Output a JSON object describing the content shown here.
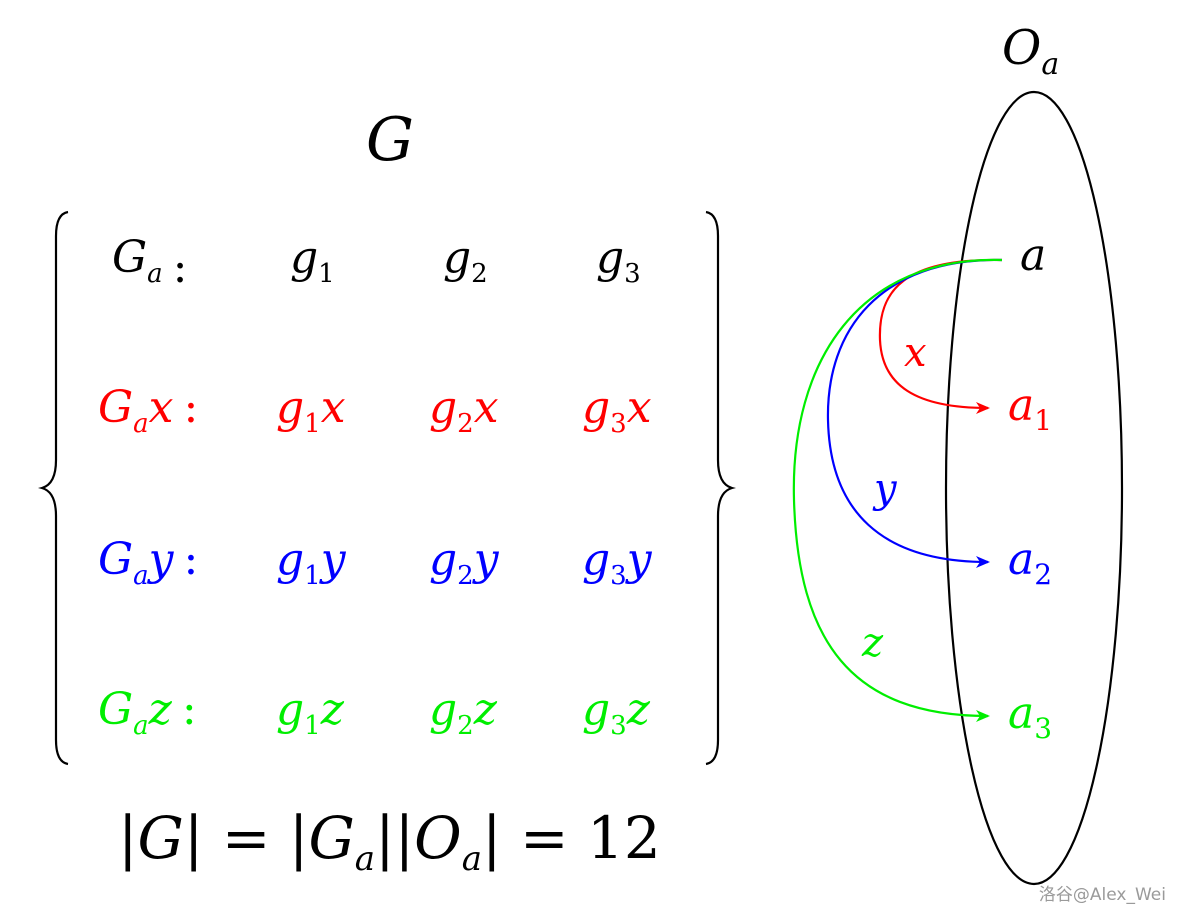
{
  "colors": {
    "black": "#000000",
    "red": "#ff0000",
    "blue": "#0000ff",
    "green": "#00ee00"
  },
  "group_label": "G",
  "orbit_label": {
    "main": "O",
    "sub": "a"
  },
  "rows": [
    {
      "color": "#000000",
      "label_main": "G",
      "label_sub": "a",
      "label_suffix": "",
      "cells": [
        {
          "main": "g",
          "sub": "1",
          "suffix": ""
        },
        {
          "main": "g",
          "sub": "2",
          "suffix": ""
        },
        {
          "main": "g",
          "sub": "3",
          "suffix": ""
        }
      ]
    },
    {
      "color": "#ff0000",
      "label_main": "G",
      "label_sub": "a",
      "label_suffix": "x",
      "cells": [
        {
          "main": "g",
          "sub": "1",
          "suffix": "x"
        },
        {
          "main": "g",
          "sub": "2",
          "suffix": "x"
        },
        {
          "main": "g",
          "sub": "3",
          "suffix": "x"
        }
      ]
    },
    {
      "color": "#0000ff",
      "label_main": "G",
      "label_sub": "a",
      "label_suffix": "y",
      "cells": [
        {
          "main": "g",
          "sub": "1",
          "suffix": "y"
        },
        {
          "main": "g",
          "sub": "2",
          "suffix": "y"
        },
        {
          "main": "g",
          "sub": "3",
          "suffix": "y"
        }
      ]
    },
    {
      "color": "#00ee00",
      "label_main": "G",
      "label_sub": "a",
      "label_suffix": "z",
      "cells": [
        {
          "main": "g",
          "sub": "1",
          "suffix": "z"
        },
        {
          "main": "g",
          "sub": "2",
          "suffix": "z"
        },
        {
          "main": "g",
          "sub": "3",
          "suffix": "z"
        }
      ]
    }
  ],
  "orbit_points": [
    {
      "main": "a",
      "sub": "",
      "color": "#000000"
    },
    {
      "main": "a",
      "sub": "1",
      "color": "#ff0000"
    },
    {
      "main": "a",
      "sub": "2",
      "color": "#0000ff"
    },
    {
      "main": "a",
      "sub": "3",
      "color": "#00ee00"
    }
  ],
  "arrows": [
    {
      "label": "x",
      "color": "#ff0000"
    },
    {
      "label": "y",
      "color": "#0000ff"
    },
    {
      "label": "z",
      "color": "#00ee00"
    }
  ],
  "formula": {
    "lhs": "G",
    "stab_main": "G",
    "stab_sub": "a",
    "orbit_main": "O",
    "orbit_sub": "a",
    "result": "12"
  },
  "watermark": "洛谷@Alex_Wei"
}
